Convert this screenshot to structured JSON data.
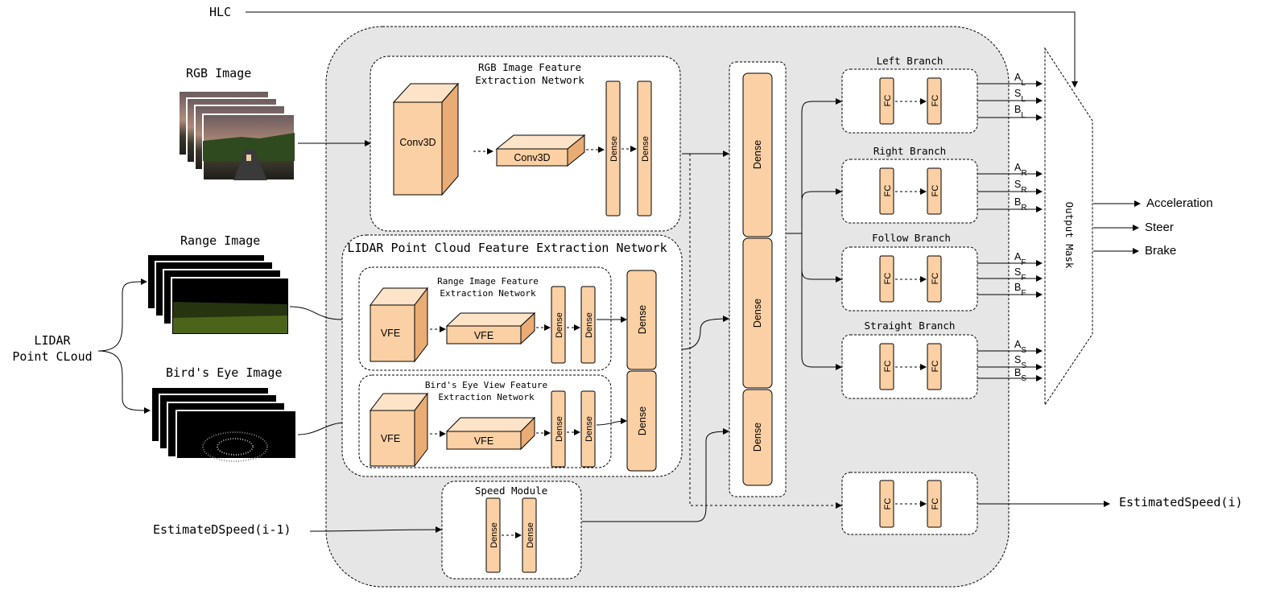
{
  "inputs": {
    "hlc": "HLC",
    "rgb_image": "RGB Image",
    "range_image": "Range Image",
    "birds_eye_image": "Bird's Eye Image",
    "lidar_line1": "LIDAR",
    "lidar_line2": "Point CLoud",
    "estimated_speed_prev": "EstimateDSpeed(i-1)"
  },
  "rgb_network": {
    "title_line1": "RGB Image Feature",
    "title_line2": "Extraction Network",
    "conv3d_1": "Conv3D",
    "conv3d_2": "Conv3D",
    "dense_1": "Dense",
    "dense_2": "Dense"
  },
  "lidar_network": {
    "title": "LIDAR Point Cloud Feature Extraction Network",
    "range": {
      "title_line1": "Range Image Feature",
      "title_line2": "Extraction Network",
      "vfe_1": "VFE",
      "vfe_2": "VFE",
      "dense_1": "Dense",
      "dense_2": "Dense",
      "dense_out": "Dense"
    },
    "bev": {
      "title_line1": "Bird's Eye View Feature",
      "title_line2": "Extraction Network",
      "vfe_1": "VFE",
      "vfe_2": "VFE",
      "dense_1": "Dense",
      "dense_2": "Dense",
      "dense_out": "Dense"
    }
  },
  "speed_module": {
    "title": "Speed Module",
    "dense_1": "Dense",
    "dense_2": "Dense"
  },
  "fusion": {
    "dense_1": "Dense",
    "dense_2": "Dense",
    "dense_3": "Dense"
  },
  "branches": [
    {
      "title": "Left Branch",
      "fc1": "FC",
      "fc2": "FC",
      "out_a": "A",
      "out_s": "S",
      "out_b": "B",
      "sub": "L"
    },
    {
      "title": "Right Branch",
      "fc1": "FC",
      "fc2": "FC",
      "out_a": "A",
      "out_s": "S",
      "out_b": "B",
      "sub": "R"
    },
    {
      "title": "Follow Branch",
      "fc1": "FC",
      "fc2": "FC",
      "out_a": "A",
      "out_s": "S",
      "out_b": "B",
      "sub": "F"
    },
    {
      "title": "Straight Branch",
      "fc1": "FC",
      "fc2": "FC",
      "out_a": "A",
      "out_s": "S",
      "out_b": "B",
      "sub": "S"
    }
  ],
  "speed_branch": {
    "fc1": "FC",
    "fc2": "FC"
  },
  "output_mask": "Output Mask",
  "outputs": {
    "acceleration": "Acceleration",
    "steer": "Steer",
    "brake": "Brake",
    "estimated_speed": "EstimatedSpeed(i)"
  }
}
